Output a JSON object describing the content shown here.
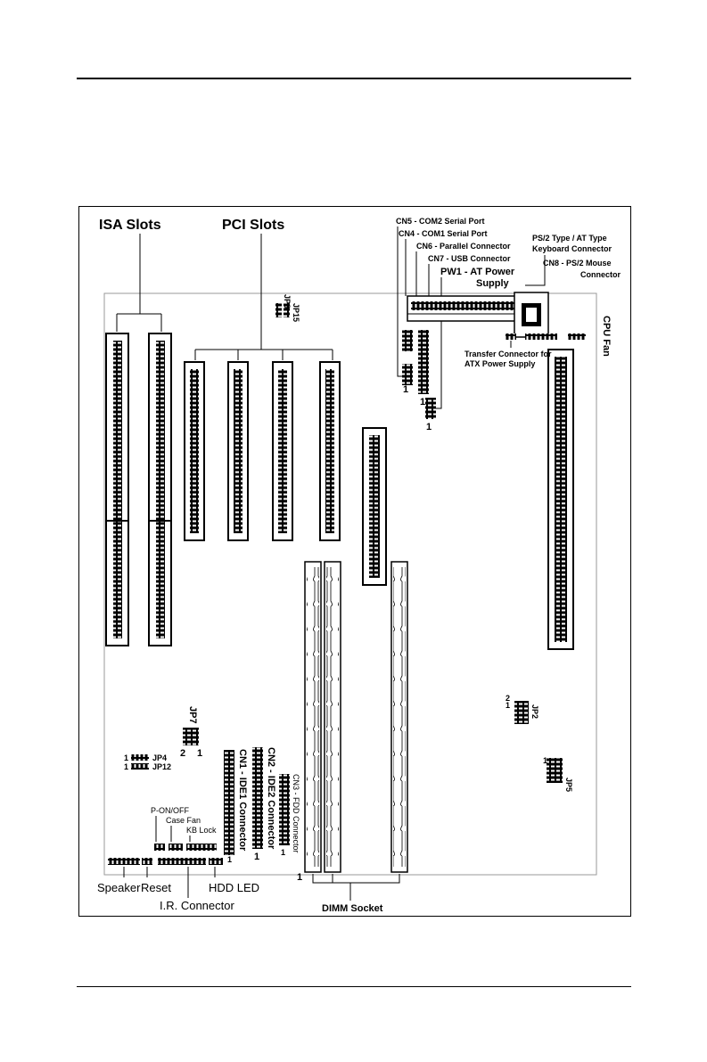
{
  "labels": {
    "isa_slots": "ISA  Slots",
    "pci_slots": "PCI  Slots",
    "cn5": "CN5 - COM2 Serial Port",
    "cn4": "CN4 - COM1 Serial Port",
    "cn6": "CN6 - Parallel Connector",
    "cn7": "CN7 - USB Connector",
    "pw1_line1": "PW1 - AT Power",
    "pw1_line2": "Supply",
    "ps2_line1": "PS/2 Type / AT Type",
    "ps2_line2": "Keyboard Connector",
    "cn8_line1": "CN8 - PS/2 Mouse",
    "cn8_line2": "Connector",
    "cpu_fan": "CPU Fan",
    "transfer_line1": "Transfer Connector for",
    "transfer_line2": "ATX Power Supply",
    "jp15": "JP15",
    "jp8": "JP8",
    "jp7": "JP7",
    "jp4": "JP4",
    "jp12": "JP12",
    "jp2": "JP2",
    "jp5": "JP5",
    "cn1": "CN1 - IDE1 Connector",
    "cn2": "CN2 - IDE2 Connector",
    "cn3": "CN3 - FDD Connector",
    "p_on_off": "P-ON/OFF",
    "case_fan": "Case Fan",
    "kb_lock": "KB Lock",
    "speaker": "Speaker",
    "reset": "Reset",
    "hdd_led": "HDD LED",
    "ir_connector": "I.R. Connector",
    "dimm_socket": "DIMM Socket",
    "pin_1": "1",
    "pin_2": "2"
  }
}
